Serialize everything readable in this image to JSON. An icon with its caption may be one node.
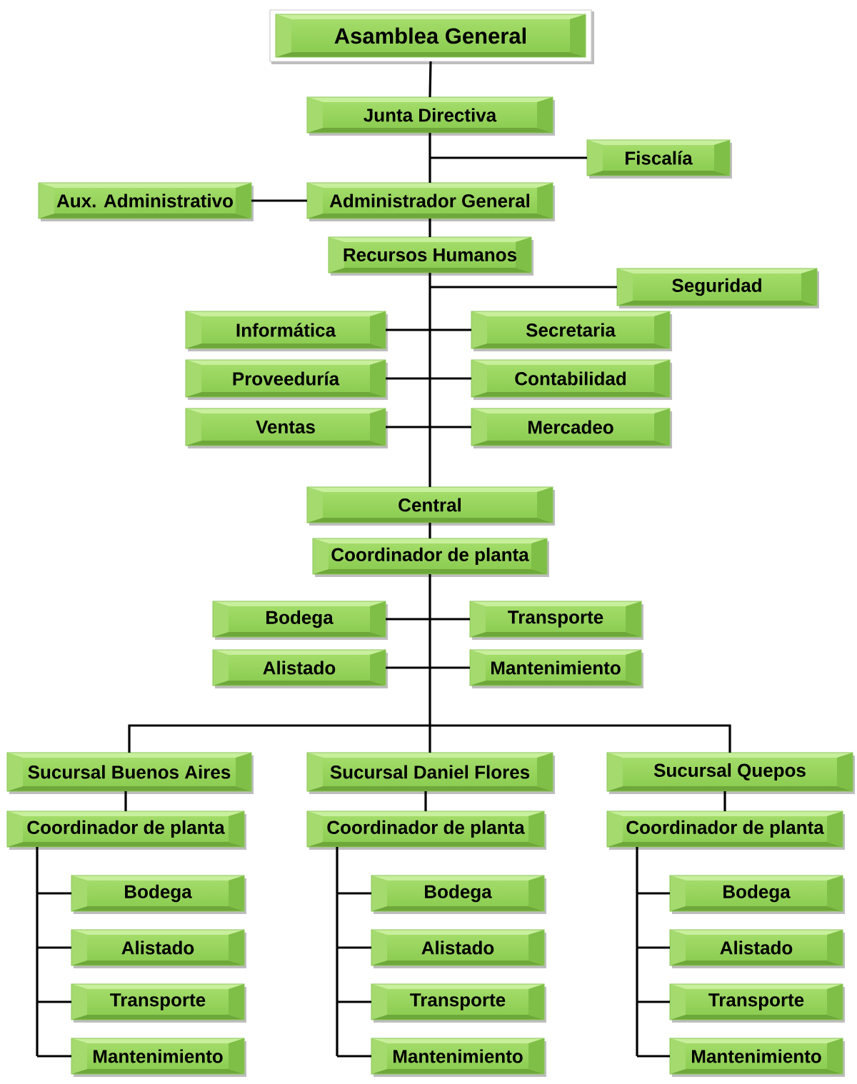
{
  "diagram": {
    "nodes": [
      {
        "text": [
          "Asamblea General"
        ]
      },
      {
        "text": [
          "Junta Directiva"
        ]
      },
      {
        "text": [
          "Fiscalía"
        ]
      },
      {
        "text": [
          "Aux. Administrativo"
        ]
      },
      {
        "text": [
          "Administrador General"
        ]
      },
      {
        "text": [
          "Recursos Humanos"
        ]
      },
      {
        "text": [
          "Seguridad"
        ]
      },
      {
        "text": [
          "Informática"
        ]
      },
      {
        "text": [
          "Secretaria"
        ]
      },
      {
        "text": [
          "Proveeduría"
        ]
      },
      {
        "text": [
          "Contabilidad"
        ]
      },
      {
        "text": [
          "Ventas"
        ]
      },
      {
        "text": [
          "Mercadeo"
        ]
      },
      {
        "text": [
          "Central"
        ]
      },
      {
        "text": [
          "Coordinador de planta"
        ]
      },
      {
        "text": [
          "Bodega"
        ]
      },
      {
        "text": [
          "Transporte"
        ]
      },
      {
        "text": [
          "Alistado"
        ]
      },
      {
        "text": [
          "Mantenimiento"
        ]
      },
      {
        "text": [
          "Sucursal Buenos Aires"
        ]
      },
      {
        "text": [
          "Sucursal Daniel Flores"
        ]
      },
      {
        "text": [
          "Sucursal Quepos"
        ]
      },
      {
        "text": [
          "Coordinador de planta"
        ]
      },
      {
        "text": [
          "Coordinador de planta"
        ]
      },
      {
        "text": [
          "Coordinador de planta"
        ]
      },
      {
        "text": [
          "Bodega"
        ]
      },
      {
        "text": [
          "Bodega"
        ]
      },
      {
        "text": [
          "Bodega"
        ]
      },
      {
        "text": [
          "Alistado"
        ]
      },
      {
        "text": [
          "Alistado"
        ]
      },
      {
        "text": [
          "Alistado"
        ]
      },
      {
        "text": [
          "Transporte"
        ]
      },
      {
        "text": [
          "Transporte"
        ]
      },
      {
        "text": [
          "Transporte"
        ]
      },
      {
        "text": [
          "Mantenimiento"
        ]
      },
      {
        "text": [
          "Mantenimiento"
        ]
      },
      {
        "text": [
          "Mantenimiento"
        ]
      }
    ],
    "edges": [
      {
        "from": 0,
        "to": 1,
        "arrow": "none"
      },
      {
        "from": 1,
        "to": 2,
        "arrow": "none"
      },
      {
        "from": 1,
        "to": 4,
        "arrow": "none"
      },
      {
        "from": 4,
        "to": 3,
        "arrow": "none"
      },
      {
        "from": 4,
        "to": 5,
        "arrow": "none"
      },
      {
        "from": 5,
        "to": 6,
        "arrow": "none"
      },
      {
        "from": 5,
        "to": 7,
        "arrow": "none"
      },
      {
        "from": 5,
        "to": 8,
        "arrow": "none"
      },
      {
        "from": 5,
        "to": 9,
        "arrow": "none"
      },
      {
        "from": 5,
        "to": 10,
        "arrow": "none"
      },
      {
        "from": 5,
        "to": 11,
        "arrow": "none"
      },
      {
        "from": 5,
        "to": 12,
        "arrow": "none"
      },
      {
        "from": 5,
        "to": 13,
        "arrow": "none"
      },
      {
        "from": 13,
        "to": 14,
        "arrow": "none"
      },
      {
        "from": 14,
        "to": 15,
        "arrow": "none"
      },
      {
        "from": 14,
        "to": 16,
        "arrow": "none"
      },
      {
        "from": 14,
        "to": 17,
        "arrow": "none"
      },
      {
        "from": 14,
        "to": 18,
        "arrow": "none"
      },
      {
        "from": 14,
        "to": 19,
        "arrow": "none"
      },
      {
        "from": 14,
        "to": 20,
        "arrow": "none"
      },
      {
        "from": 14,
        "to": 21,
        "arrow": "none"
      },
      {
        "from": 19,
        "to": 22,
        "arrow": "none"
      },
      {
        "from": 20,
        "to": 23,
        "arrow": "none"
      },
      {
        "from": 21,
        "to": 24,
        "arrow": "none"
      },
      {
        "from": 22,
        "to": 25,
        "arrow": "none"
      },
      {
        "from": 22,
        "to": 28,
        "arrow": "none"
      },
      {
        "from": 22,
        "to": 31,
        "arrow": "none"
      },
      {
        "from": 22,
        "to": 34,
        "arrow": "none"
      },
      {
        "from": 23,
        "to": 26,
        "arrow": "none"
      },
      {
        "from": 23,
        "to": 29,
        "arrow": "none"
      },
      {
        "from": 23,
        "to": 32,
        "arrow": "none"
      },
      {
        "from": 23,
        "to": 35,
        "arrow": "none"
      },
      {
        "from": 24,
        "to": 27,
        "arrow": "none"
      },
      {
        "from": 24,
        "to": 30,
        "arrow": "none"
      },
      {
        "from": 24,
        "to": 33,
        "arrow": "none"
      },
      {
        "from": 24,
        "to": 36,
        "arrow": "none"
      }
    ]
  }
}
